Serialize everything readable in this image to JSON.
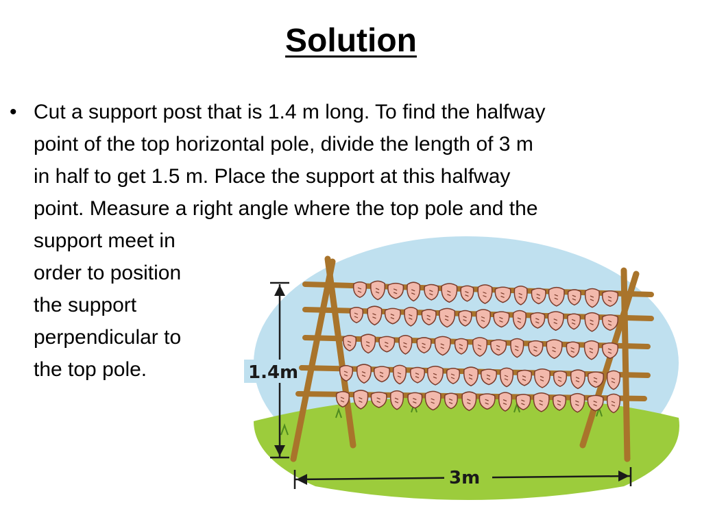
{
  "slide": {
    "title": "Solution",
    "bullet_marker": "•",
    "bullet_lines": [
      "Cut a support post that is 1.4 m long. To find the halfway",
      "point of the top horizontal pole, divide the length of 3 m",
      "in half to get 1.5 m. Place the support at this halfway",
      "point. Measure a right angle where the top pole and the",
      "support meet in",
      "order to position",
      "the support",
      "perpendicular to",
      "the top pole."
    ]
  },
  "illustration": {
    "height_label": "1.4m",
    "width_label": "3m",
    "colors": {
      "sky": "#bfe0ef",
      "grass": "#9ccc3c",
      "wood": "#a9742b",
      "fish": "#f2b9ac"
    }
  }
}
